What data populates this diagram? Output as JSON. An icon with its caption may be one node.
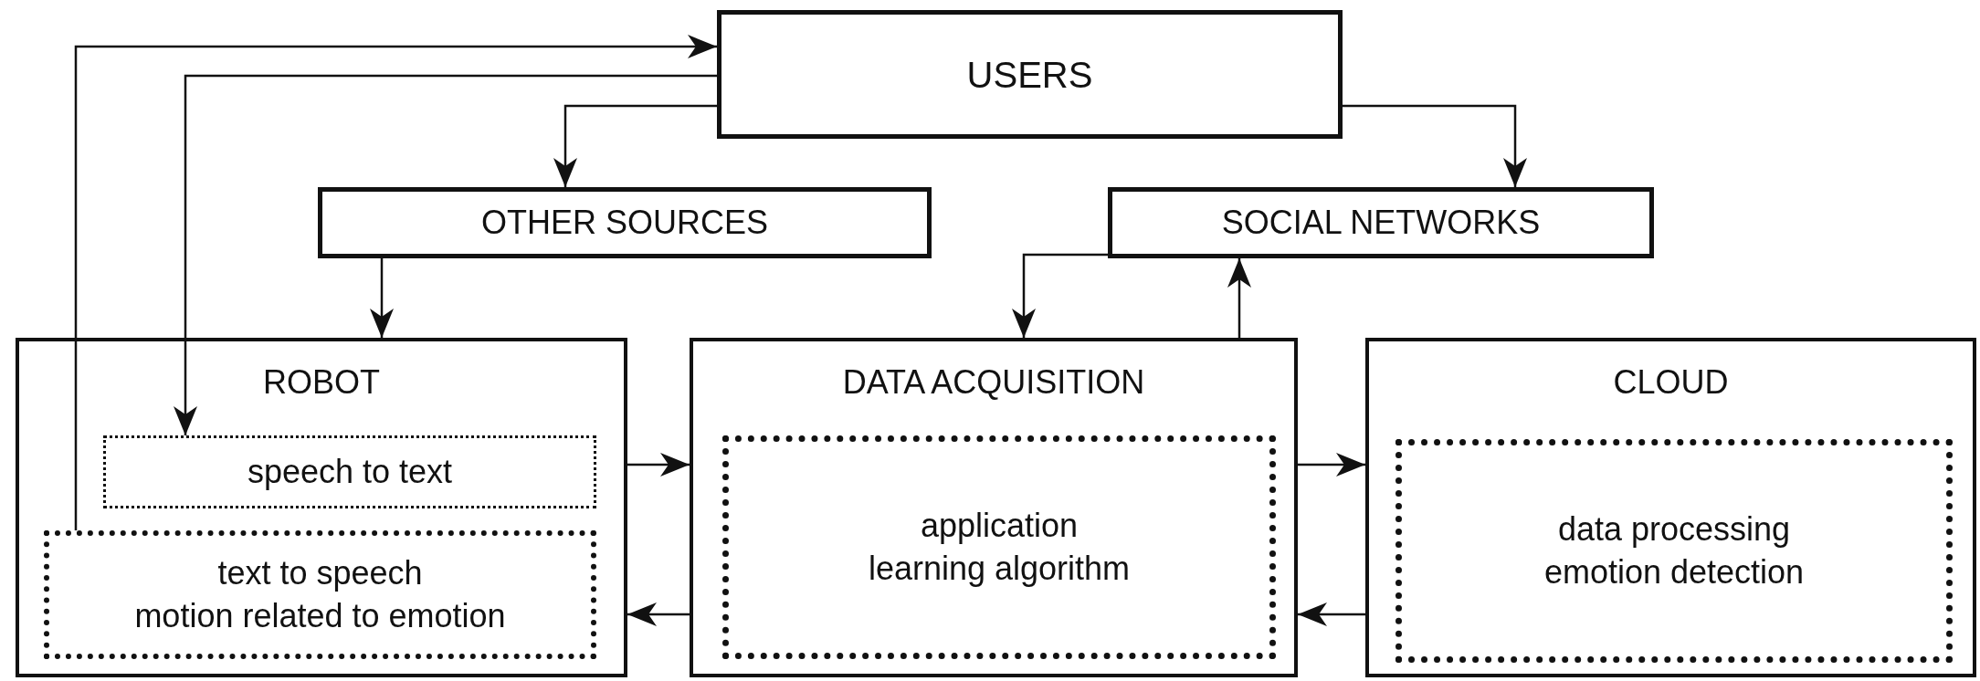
{
  "diagram": {
    "nodes": [
      {
        "text": [
          "USERS"
        ]
      },
      {
        "text": [
          "OTHER SOURCES"
        ]
      },
      {
        "text": [
          "SOCIAL NETWORKS"
        ]
      },
      {
        "text": [
          "ROBOT"
        ]
      },
      {
        "text": [
          "speech to text"
        ],
        "in": 3
      },
      {
        "text": [
          "text to speech",
          "motion related to emotion"
        ],
        "in": 3
      },
      {
        "text": [
          "DATA ACQUISITION"
        ]
      },
      {
        "text": [
          "application",
          "learning algorithm"
        ],
        "in": 6
      },
      {
        "text": [
          "CLOUD"
        ]
      },
      {
        "text": [
          "data processing",
          "emotion detection"
        ],
        "in": 8
      }
    ],
    "edges": [
      {
        "from": 5,
        "to": 0,
        "arrow": "to"
      },
      {
        "from": 0,
        "to": 4,
        "arrow": "to"
      },
      {
        "from": 0,
        "to": 1,
        "arrow": "to"
      },
      {
        "from": 0,
        "to": 2,
        "arrow": "to"
      },
      {
        "from": 1,
        "to": 3,
        "arrow": "to"
      },
      {
        "from": 2,
        "to": 6,
        "arrow": "to"
      },
      {
        "from": 6,
        "to": 2,
        "arrow": "to"
      },
      {
        "from": 3,
        "to": 6,
        "arrow": "to"
      },
      {
        "from": 6,
        "to": 3,
        "arrow": "to"
      },
      {
        "from": 6,
        "to": 8,
        "arrow": "to"
      },
      {
        "from": 8,
        "to": 6,
        "arrow": "to"
      }
    ]
  }
}
